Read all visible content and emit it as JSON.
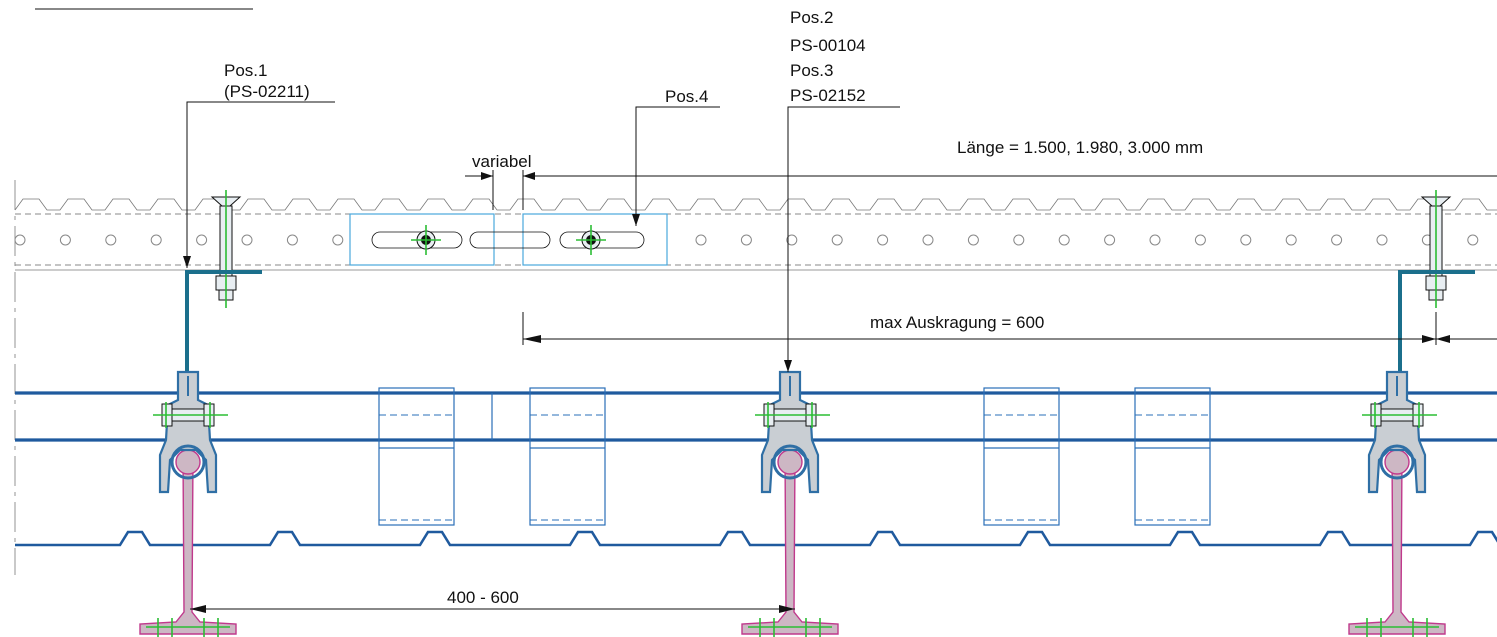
{
  "labels": {
    "pos1_line1": "Pos.1",
    "pos1_line2": "(PS-02211)",
    "pos4": "Pos.4",
    "pos2_line1": "Pos.2",
    "pos2_line2": "PS-00104",
    "pos2_line3": "Pos.3",
    "pos2_line4": "PS-02152",
    "variabel": "variabel",
    "laenge": "Länge = 1.500, 1.980, 3.000 mm",
    "auskragung": "max Auskragung = 600",
    "spacing": "400 - 600"
  },
  "colors": {
    "rail": "#1f5a9e",
    "cyan": "#4aa8dc",
    "steel": "#1b6f8c",
    "beam_stroke": "#c0398c",
    "green": "#2bbd34"
  }
}
